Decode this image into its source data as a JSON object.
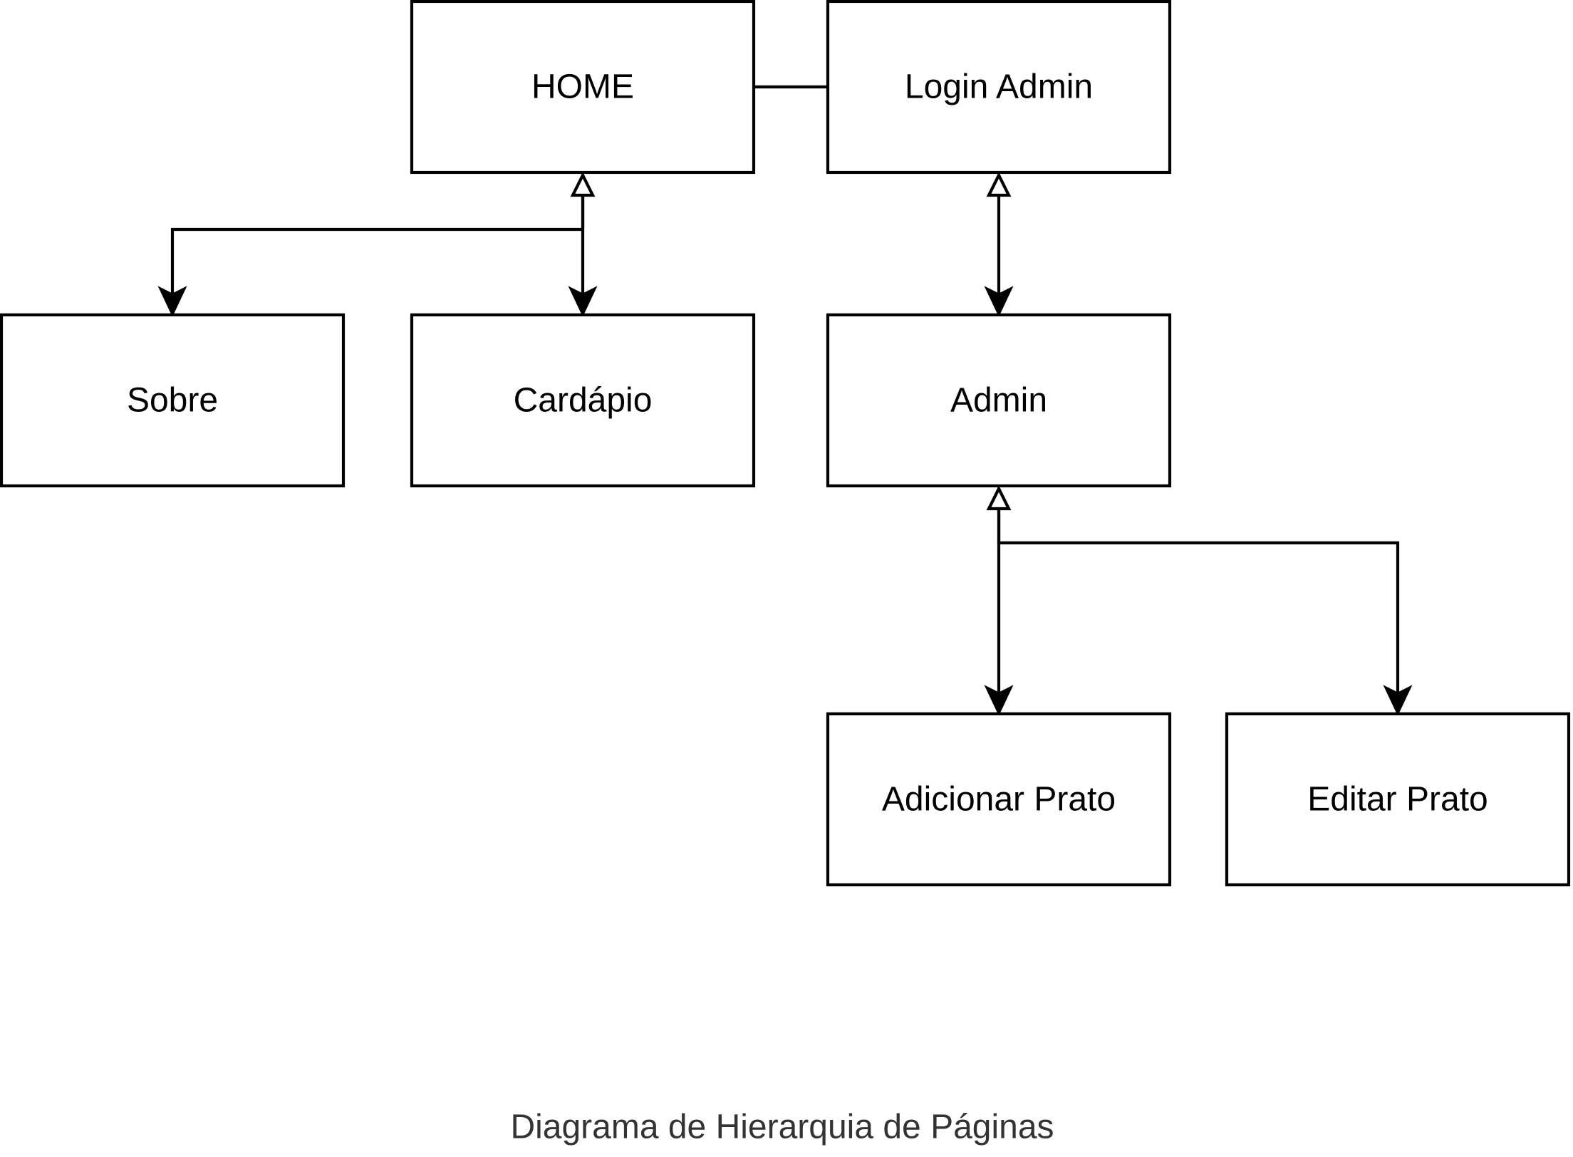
{
  "diagram": {
    "nodes": {
      "home": "HOME",
      "login_admin": "Login Admin",
      "sobre": "Sobre",
      "cardapio": "Cardápio",
      "admin": "Admin",
      "adicionar_prato": "Adicionar Prato",
      "editar_prato": "Editar Prato"
    },
    "edges": [
      {
        "from": "home",
        "to": "login_admin"
      },
      {
        "from": "home",
        "to": "sobre"
      },
      {
        "from": "home",
        "to": "cardapio"
      },
      {
        "from": "login_admin",
        "to": "admin"
      },
      {
        "from": "admin",
        "to": "adicionar_prato"
      },
      {
        "from": "admin",
        "to": "editar_prato"
      }
    ],
    "caption": "Diagrama de Hierarquia de Páginas"
  }
}
